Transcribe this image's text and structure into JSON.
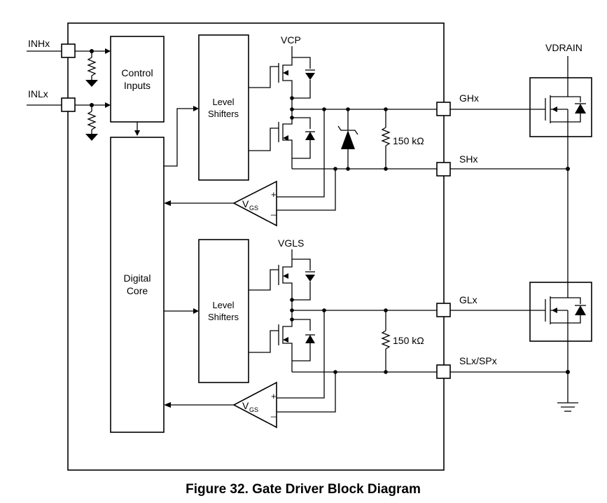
{
  "pins": {
    "inhx": "INHx",
    "inlx": "INLx",
    "ghx": "GHx",
    "shx": "SHx",
    "glx": "GLx",
    "slx": "SLx/SPx"
  },
  "rails": {
    "vcp": "VCP",
    "vgls": "VGLS",
    "vdrain": "VDRAIN"
  },
  "blocks": {
    "control_line1": "Control",
    "control_line2": "Inputs",
    "level_line1": "Level",
    "level_line2": "Shifters",
    "digital_line1": "Digital",
    "digital_line2": "Core"
  },
  "resistors": {
    "high": "150 kΩ",
    "low": "150 kΩ"
  },
  "amps": {
    "vgs_main": "V",
    "vgs_sub": "GS",
    "plus": "+",
    "minus": "_"
  },
  "caption": "Figure 32.  Gate Driver Block Diagram"
}
